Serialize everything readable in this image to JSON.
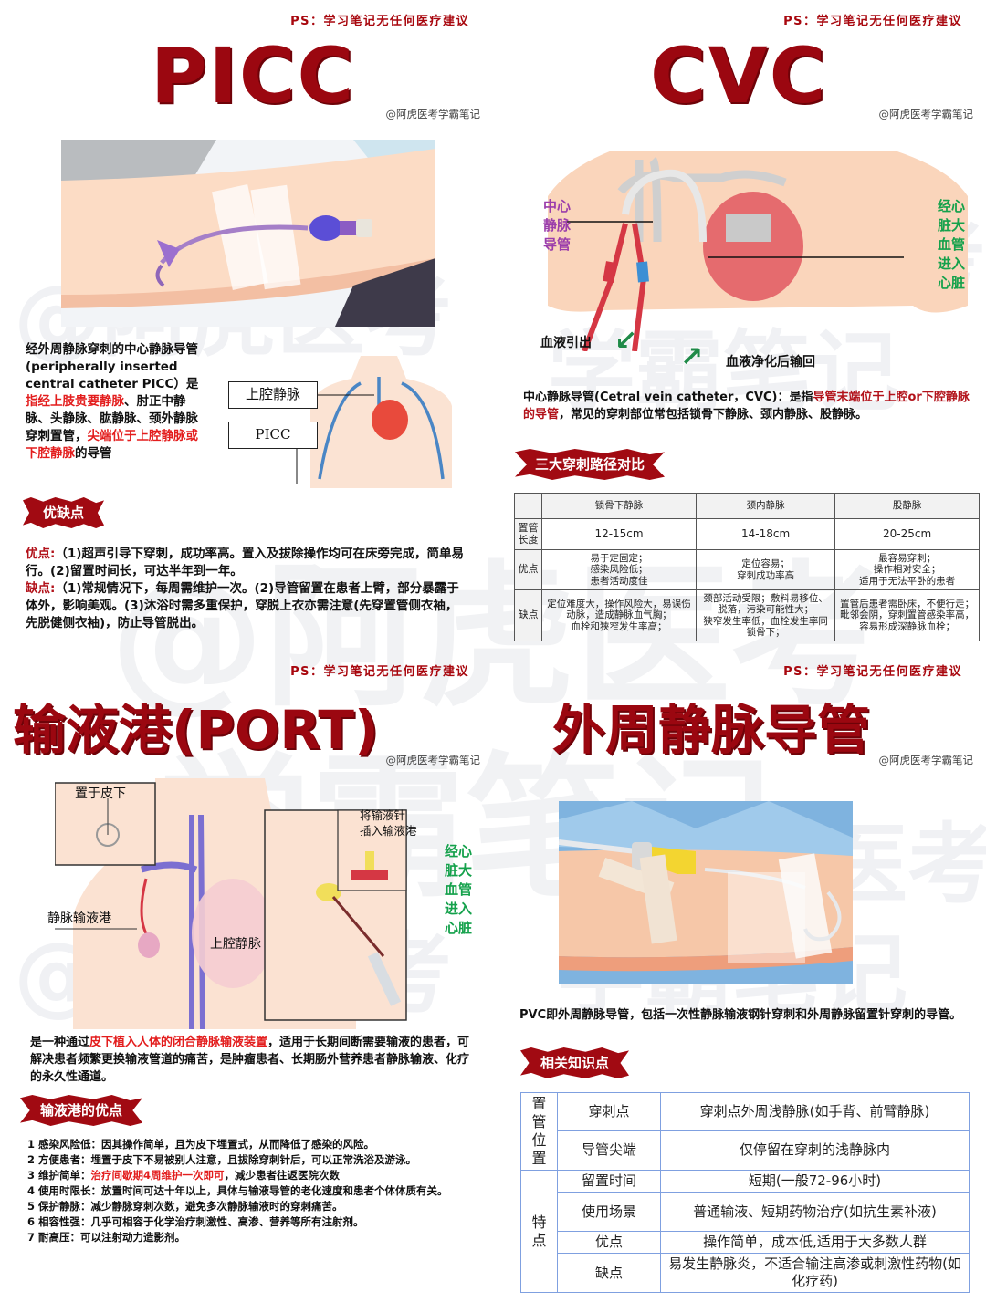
{
  "common": {
    "disclaimer": "PS：学习笔记无任何医疗建议",
    "author": "@阿虎医考学霸笔记",
    "watermark_line1": "@阿虎医考",
    "watermark_line2": "学霸笔记"
  },
  "colors": {
    "title_red": "#9b0710",
    "highlight_red": "#e31d1d",
    "purple_label": "#9b3dab",
    "green_label": "#14a14b",
    "pvc_table_border": "#7fa0e0"
  },
  "picc": {
    "title": "PICC",
    "diagram_labels": {
      "svc": "上腔静脉",
      "picc": "PICC"
    },
    "intro": {
      "part1": "经外周静脉穿刺的中心静脉导管(peripherally inserted central catheter PICC）是",
      "part2_red": "指经上肢贵要静脉",
      "part3": "、肘正中静脉、头静脉、肱静脉、颈外静脉穿刺置管，",
      "part4_red": "尖端位于上腔静脉或下腔静脉",
      "part5": "的导管"
    },
    "section_title": "优缺点",
    "pros_label": "优点:",
    "pros_text": "（1)超声引导下穿刺，成功率高。置入及拔除操作均可在床旁完成，简单易行。(2)留置时间长，可达半年到一年。",
    "cons_label": "缺点:",
    "cons_text": "（1)常规情况下，每周需维护一次。(2)导管留置在患者上臂，部分暴露于体外，影响美观。(3)沐浴时需多重保护，穿脱上衣亦需注意(先穿置管侧衣袖，先脱健侧衣袖)，防止导管脱出。"
  },
  "cvc": {
    "title": "CVC",
    "left_label": "中心静脉导管",
    "left_label_lines": [
      "中心",
      "静脉",
      "导管"
    ],
    "right_label_lines": [
      "经心",
      "脏大",
      "血管",
      "进入",
      "心脏"
    ],
    "arrow_out": "血液引出",
    "arrow_in": "血液净化后输回",
    "intro": {
      "part1": "中心静脉导管(Cetral vein catheter，CVC)：是指",
      "part2_red": "导管末端位于上腔or下腔静脉的导管",
      "part3": "，常见的穿刺部位常包括锁骨下静脉、颈内静脉、股静脉。"
    },
    "section_title": "三大穿刺路径对比",
    "table": {
      "headers": [
        "",
        "锁骨下静脉",
        "颈内静脉",
        "股静脉"
      ],
      "rows": [
        {
          "label": "置管长度",
          "cells": [
            "12-15cm",
            "14-18cm",
            "20-25cm"
          ]
        },
        {
          "label": "优点",
          "cells": [
            "易于定固定；\n感染风险低；\n患者活动度佳",
            "定位容易；\n穿刺成功率高",
            "最容易穿刺；\n操作相对安全；\n适用于无法平卧的患者"
          ]
        },
        {
          "label": "缺点",
          "cells": [
            "定位难度大，操作风险大，易误伤动脉，造成静脉血气胸；\n血栓和狭窄发生率高；",
            "颈部活动受限；敷料易移位、脱落，污染可能性大；\n狭窄发生率低，血栓发生率同锁骨下；",
            "置管后患者需卧床，不便行走；\n毗邻会阴，穿刺置管感染率高，容易形成深静脉血栓；"
          ]
        }
      ]
    }
  },
  "port": {
    "title": "输液港(PORT)",
    "diagram_labels": {
      "subcutaneous": "置于皮下",
      "port": "静脉输液港",
      "svc": "上腔静脉",
      "insert_needle_1": "将输液针",
      "insert_needle_2": "插入输液港"
    },
    "right_label_lines": [
      "经心",
      "脏大",
      "血管",
      "进入",
      "心脏"
    ],
    "intro": {
      "part1": "是一种通过",
      "part2_red": "皮下植入人体的闭合静脉输液装置",
      "part3": "，适用于长期间断需要输液的患者，可解决患者频繁更换输液管道的痛苦，是肿瘤患者、长期肠外营养患者静脉输液、化疗的永久性通道。"
    },
    "section_title": "输液港的优点",
    "advantages": [
      {
        "num": "1",
        "title": "感染风险低：",
        "text": "因其操作简单，且为皮下埋置式，从而降低了感染的风险。"
      },
      {
        "num": "2",
        "title": "方便患者：",
        "text": "埋置于皮下不易被别人注意，且拔除穿刺针后，可以正常洗浴及游泳。"
      },
      {
        "num": "3",
        "title": "维护简单：",
        "text_red": "治疗间歇期4周维护一次即可",
        "text": "，减少患者往返医院次数"
      },
      {
        "num": "4",
        "title": "使用时限长：",
        "text": "放置时间可达十年以上，具体与输液导管的老化速度和患者个体体质有关。"
      },
      {
        "num": "5",
        "title": "保护静脉：",
        "text": "减少静脉穿刺次数，避免多次静脉输液时的穿刺痛苦。"
      },
      {
        "num": "6",
        "title": "相容性强：",
        "text": "几乎可相容于化学治疗刺激性、高渗、营养等所有注射剂。"
      },
      {
        "num": "7",
        "title": "耐高压：",
        "text": "可以注射动力造影剂。"
      }
    ]
  },
  "pvc": {
    "title": "外周静脉导管",
    "intro": "PVC即外周静脉导管，包括一次性静脉输液钢针穿刺和外周静脉留置针穿刺的导管。",
    "section_title": "相关知识点",
    "table": {
      "groups": [
        {
          "label": "置管位置",
          "rows": [
            {
              "key": "穿刺点",
              "value": "穿刺点外周浅静脉(如手背、前臂静脉)",
              "red": true
            },
            {
              "key": "导管尖端",
              "value": "仅停留在穿刺的浅静脉内",
              "red": false
            }
          ]
        },
        {
          "label": "特点",
          "rows": [
            {
              "key": "留置时间",
              "value": "短期(一般72-96小时)",
              "red": true
            },
            {
              "key": "使用场景",
              "value": "普通输液、短期药物治疗(如抗生素补液)",
              "red": false
            },
            {
              "key": "优点",
              "value": "操作简单，成本低,适用于大多数人群",
              "red": true
            },
            {
              "key": "缺点",
              "value": "易发生静脉炎，不适合输注高渗或刺激性药物(如化疗药)",
              "red": false
            }
          ]
        }
      ]
    }
  }
}
